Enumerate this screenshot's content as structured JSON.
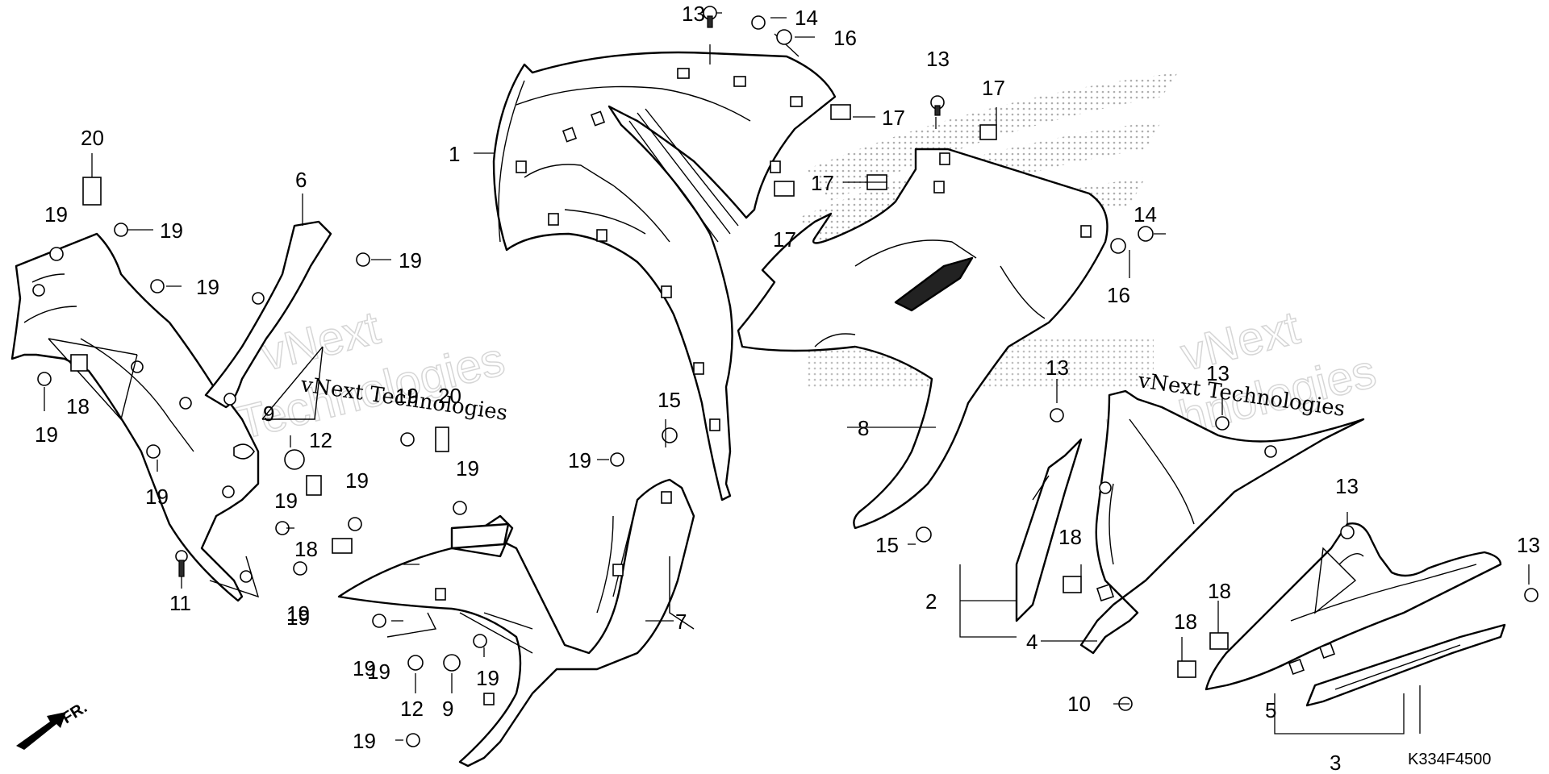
{
  "diagram": {
    "drawing_code": "K334F4500",
    "front_arrow_label": "FR.",
    "watermarks": [
      {
        "big": "vNext",
        "big2": "Technologies",
        "line": "vNext Technologies"
      },
      {
        "big": "vNext",
        "big2": "Technologies",
        "line": "vNext Technologies"
      }
    ],
    "callouts": {
      "c13a": "13",
      "c14a": "14",
      "c16a": "16",
      "c13b": "13",
      "c17a": "17",
      "c17b": "17",
      "c17c": "17",
      "c17d": "17",
      "c14b": "14",
      "c16b": "16",
      "c1": "1",
      "c20a": "20",
      "c19a": "19",
      "c19b": "19",
      "c19c": "19",
      "c6": "6",
      "c19d": "19",
      "c19e": "19",
      "c18a": "18",
      "c19f": "19",
      "c19g": "19",
      "c9a": "9",
      "c12a": "12",
      "c19h": "19",
      "c20b": "20",
      "c19i": "19",
      "c19j": "19",
      "c19k": "19",
      "c11": "11",
      "c19l": "19",
      "c18b": "18",
      "c19m": "19",
      "c15a": "15",
      "c19n": "19",
      "c7": "7",
      "c19o": "19",
      "c12b": "12",
      "c9b": "9",
      "c19p": "19",
      "c19q": "19",
      "c8": "8",
      "c15b": "15",
      "c13c": "13",
      "c13d": "13",
      "c2": "2",
      "c4": "4",
      "c18c": "18",
      "c13e": "13",
      "c13f": "13",
      "c18d": "18",
      "c18e": "18",
      "c10": "10",
      "c5": "5",
      "c3": "3"
    }
  }
}
